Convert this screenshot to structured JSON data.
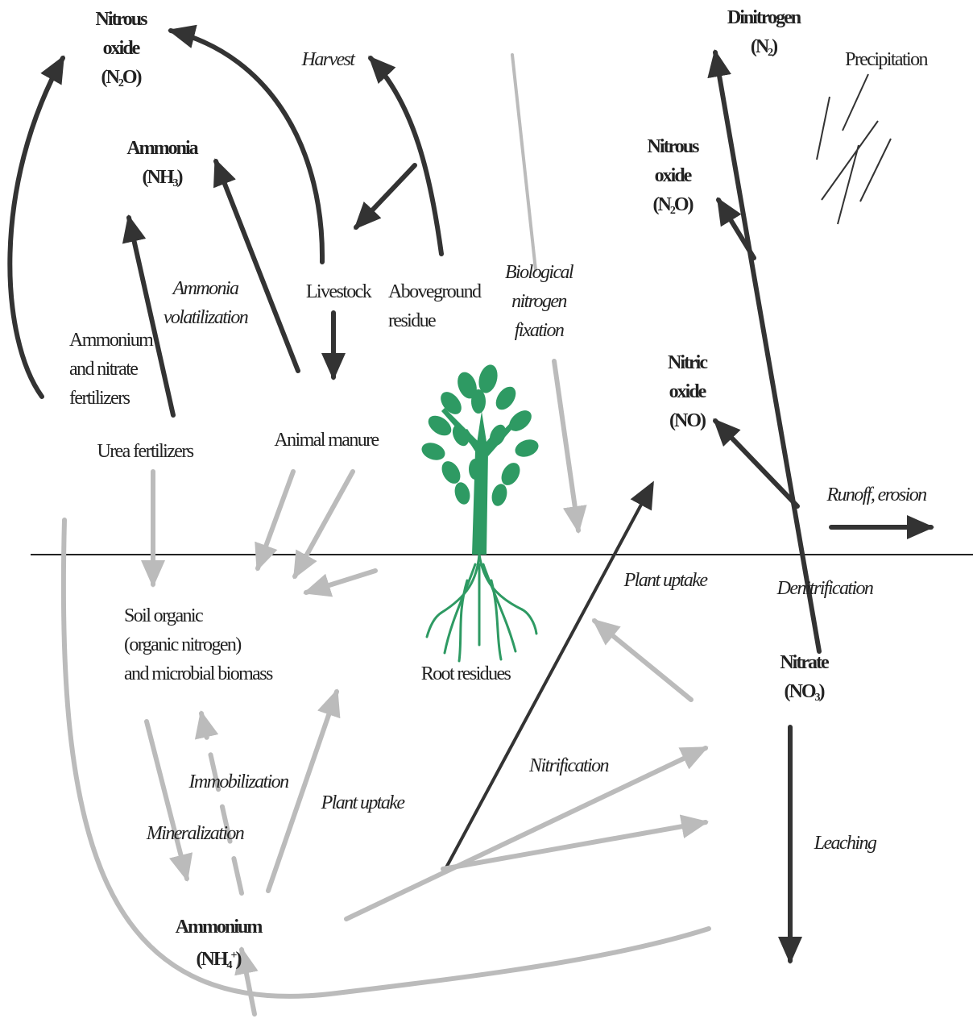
{
  "pools": {
    "nitrous_oxide_top": {
      "l1": "Nitrous",
      "l2": "oxide",
      "l3a": "(N",
      "l3sub": "2",
      "l3b": "O)"
    },
    "ammonia": {
      "l1": "Ammonia",
      "l2a": "(NH",
      "l2sub": "3",
      "l2b": ")"
    },
    "dinitrogen": {
      "l1": "Dinitrogen",
      "l2a": "(N",
      "l2sub": "2",
      "l2b": ")"
    },
    "nitrous_oxide_right": {
      "l1": "Nitrous",
      "l2": "oxide",
      "l3a": "(N",
      "l3sub": "2",
      "l3b": "O)"
    },
    "nitric_oxide": {
      "l1": "Nitric",
      "l2": "oxide",
      "l3": "(NO)"
    },
    "nitrate": {
      "l1": "Nitrate",
      "l2a": "(NO",
      "l2sub": "3",
      "l2b": ")"
    },
    "ammonium": {
      "l1": "Ammonium",
      "l2a": "(NH",
      "l2sub": "4",
      "l2sup": "+",
      "l2b": ")"
    }
  },
  "sources": {
    "livestock": "Livestock",
    "aboveground_residue": [
      "Aboveground",
      "residue"
    ],
    "ammonium_nitrate_fertilizers": [
      "Ammonium",
      "and nitrate",
      "fertilizers"
    ],
    "urea_fertilizers": "Urea fertilizers",
    "animal_manure": "Animal manure",
    "precipitation": "Precipitation",
    "soil_organic": [
      "Soil organic",
      "(organic nitrogen)",
      "and microbial biomass"
    ],
    "root_residues": "Root residues"
  },
  "processes": {
    "harvest": "Harvest",
    "ammonia_volatilization": [
      "Ammonia",
      "volatilization"
    ],
    "biological_nitrogen_fixation": [
      "Biological",
      "nitrogen",
      "fixation"
    ],
    "runoff_erosion": "Runoff, erosion",
    "plant_uptake_upper": "Plant uptake",
    "denitrification": "Denitrification",
    "nitrification": "Nitrification",
    "immobilization": "Immobilization",
    "plant_uptake_lower": "Plant uptake",
    "mineralization": "Mineralization",
    "leaching": "Leaching"
  },
  "colors": {
    "dark_arrow": "#333333",
    "light_arrow": "#bbbbbb",
    "tree": "#2e9a63",
    "soil_line": "#222222"
  }
}
